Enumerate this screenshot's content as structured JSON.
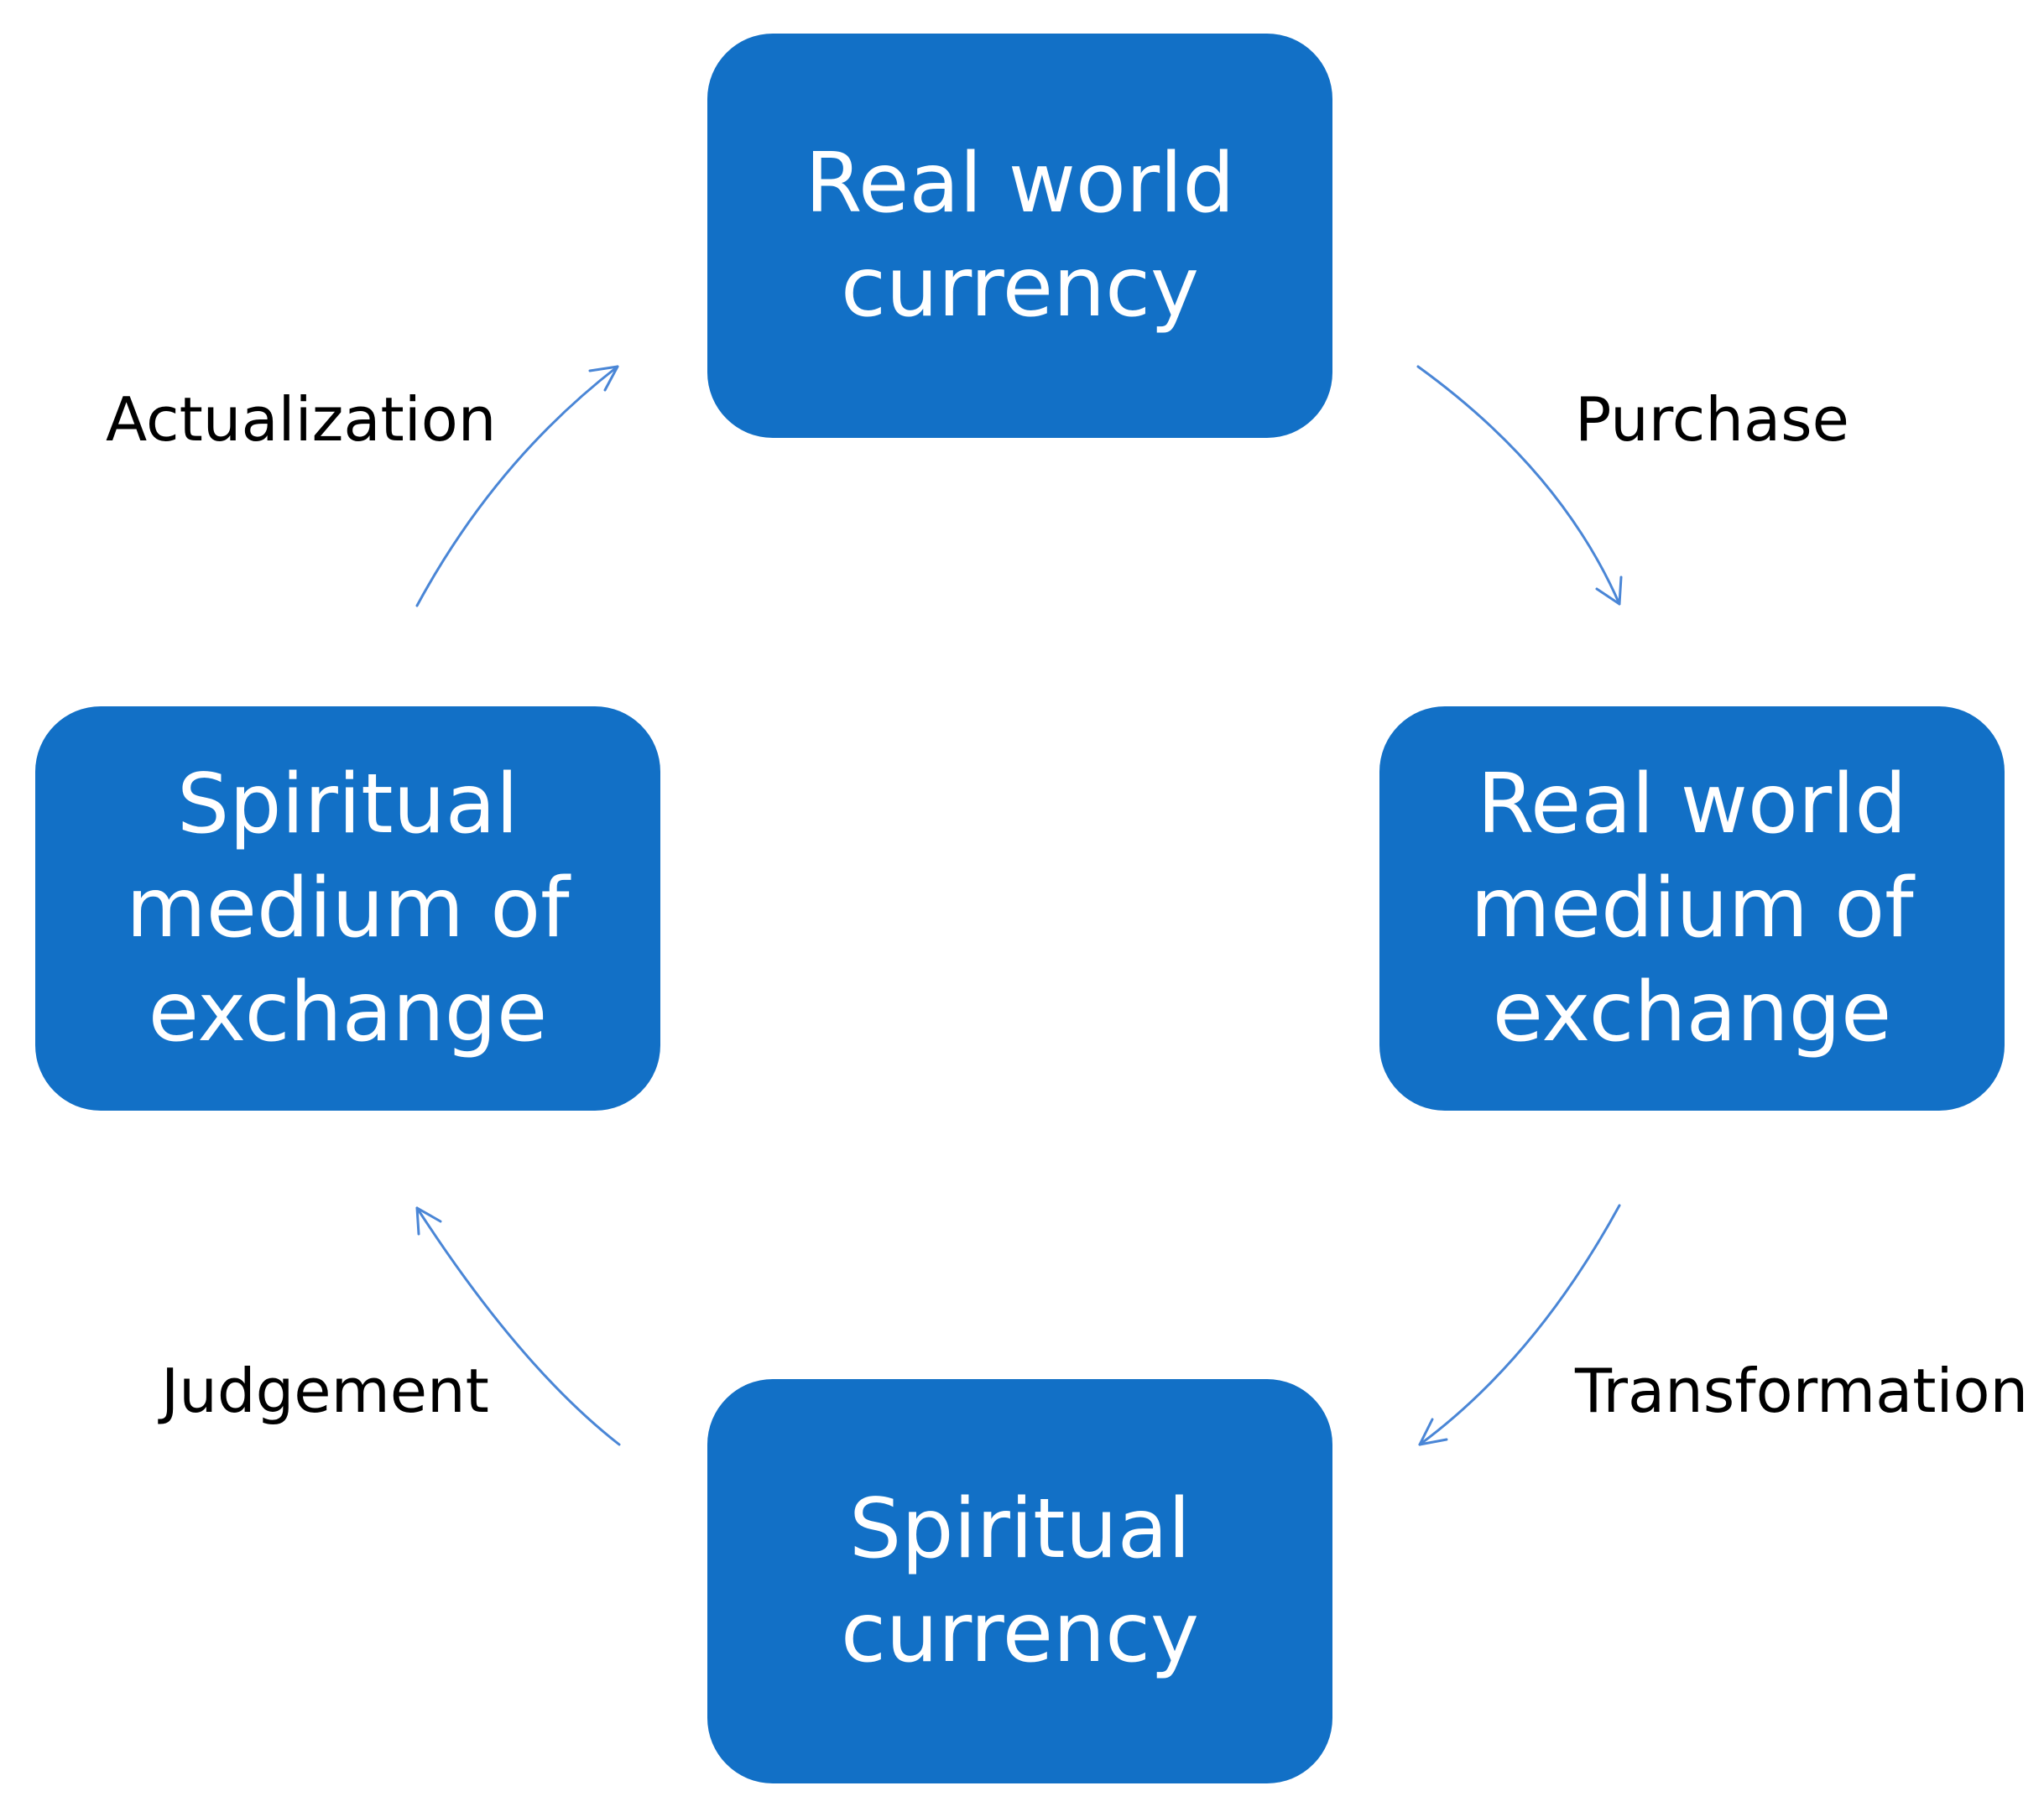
{
  "diagram": {
    "nodes": {
      "top": {
        "label": "Real world\ncurrency"
      },
      "right": {
        "label": "Real world\nmedium of\nexchange"
      },
      "bottom": {
        "label": "Spiritual\ncurrency"
      },
      "left": {
        "label": "Spiritual\nmedium of\nexchange"
      }
    },
    "edges": {
      "purchase": {
        "label": "Purchase",
        "from": "top",
        "to": "right"
      },
      "transformation": {
        "label": "Transformation",
        "from": "right",
        "to": "bottom"
      },
      "judgement": {
        "label": "Judgement",
        "from": "bottom",
        "to": "left"
      },
      "actualization": {
        "label": "Actualization",
        "from": "left",
        "to": "top"
      }
    },
    "colors": {
      "node_fill": "#1270c6",
      "node_text": "#ffffff",
      "arrow": "#4a86d6",
      "edge_text": "#000000"
    }
  }
}
